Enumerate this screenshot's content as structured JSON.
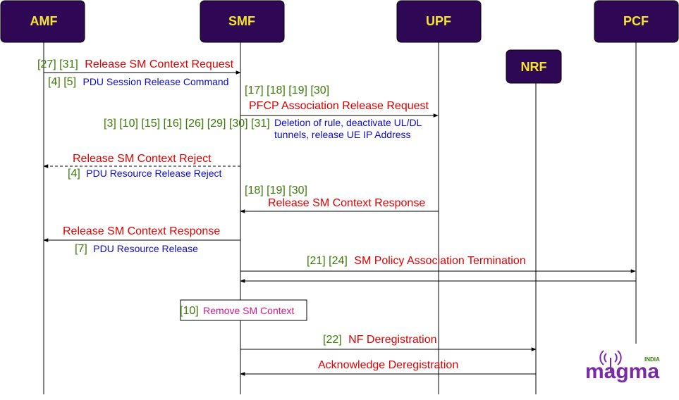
{
  "colors": {
    "box_fill": "#2e0854",
    "box_stroke": "#000000",
    "box_text": "#f5e62a",
    "step": "#3d7a0a",
    "message": "#e00000",
    "note": "#0a0ad0",
    "pink": "#d4188a",
    "line": "#000000",
    "logo": "#7a2aa8"
  },
  "participants": [
    {
      "id": "amf",
      "label": "AMF"
    },
    {
      "id": "smf",
      "label": "SMF"
    },
    {
      "id": "upf",
      "label": "UPF"
    },
    {
      "id": "pcf",
      "label": "PCF"
    },
    {
      "id": "nrf",
      "label": "NRF"
    }
  ],
  "messages": [
    {
      "steps": "[27] [31]",
      "label": "Release SM Context Request"
    },
    {
      "steps": "[4] [5]",
      "label": "PDU Session Release Command"
    },
    {
      "steps": "[17] [18] [19] [30]",
      "label": "PFCP Association Release Request"
    },
    {
      "steps": "[3] [10] [15] [16] [26] [29] [30] [31]",
      "label": "Deletion of rule, deactivate UL/DL",
      "label2": "tunnels, release UE IP Address"
    },
    {
      "steps": "",
      "label": "Release SM Context Reject"
    },
    {
      "steps": "[4]",
      "label": "PDU Resource Release Reject"
    },
    {
      "steps": "[18] [19] [30]",
      "label": "Release SM Context Response"
    },
    {
      "steps": "",
      "label": "Release SM Context Response"
    },
    {
      "steps": "[7]",
      "label": "PDU Resource Release"
    },
    {
      "steps": "[21] [24]",
      "label": "SM Policy Association Termination"
    },
    {
      "steps": "[10]",
      "label": "Remove SM Context"
    },
    {
      "steps": "[22]",
      "label": "NF Deregistration"
    },
    {
      "steps": "",
      "label": "Acknowledge Deregistration"
    }
  ],
  "logo": {
    "word": "magma",
    "tag": "INDIA"
  }
}
